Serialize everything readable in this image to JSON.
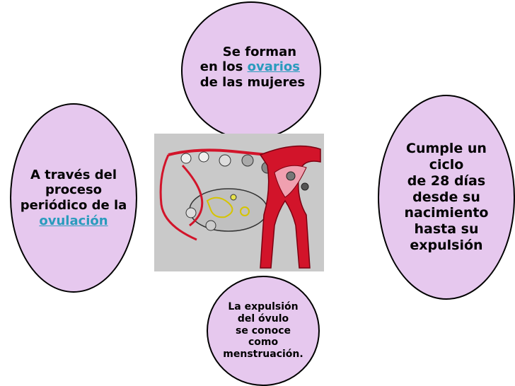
{
  "bubbles": {
    "top": {
      "line1": "Se forman",
      "line2_prefix": "en los ",
      "line2_link": "ovarios",
      "line3": "de las mujeres"
    },
    "left": {
      "line1": "A través del",
      "line2": "proceso",
      "line3": "periódico de la",
      "line4_link": "ovulación"
    },
    "right": {
      "lines": [
        "Cumple un",
        "ciclo",
        "de 28 días",
        "desde su",
        "nacimiento",
        "hasta su",
        "expulsión"
      ]
    },
    "bottom": {
      "lines": [
        "La expulsión",
        "del óvulo",
        "se conoce",
        "como",
        "menstruación."
      ]
    }
  },
  "colors": {
    "bubble_fill": "#e6c8ee",
    "link": "#2a9bbd",
    "illustration_bg": "#c9c9c9",
    "organ": "#d2142a"
  },
  "illustration": {
    "icon": "ovary-uterus-diagram"
  }
}
